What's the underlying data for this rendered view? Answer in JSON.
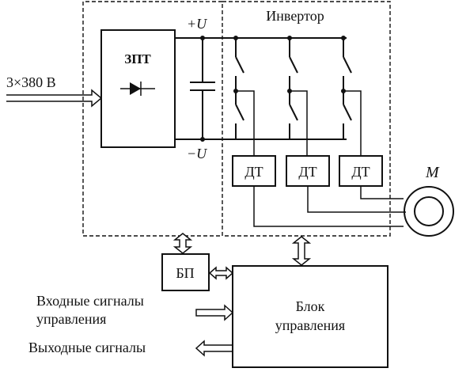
{
  "input_voltage": "3×380 В",
  "rectifier": {
    "label": "ЗПТ"
  },
  "dc_bus": {
    "plus": "+U",
    "minus": "−U"
  },
  "inverter": {
    "label": "Инвертор"
  },
  "current_sensors": [
    "ДТ",
    "ДТ",
    "ДТ"
  ],
  "motor": {
    "label": "M"
  },
  "power_supply": {
    "label": "БП"
  },
  "control_unit": {
    "line1": "Блок",
    "line2": "управления"
  },
  "inputs": {
    "line1": "Входные сигналы",
    "line2": "управления"
  },
  "outputs": {
    "label": "Выходные сигналы"
  }
}
